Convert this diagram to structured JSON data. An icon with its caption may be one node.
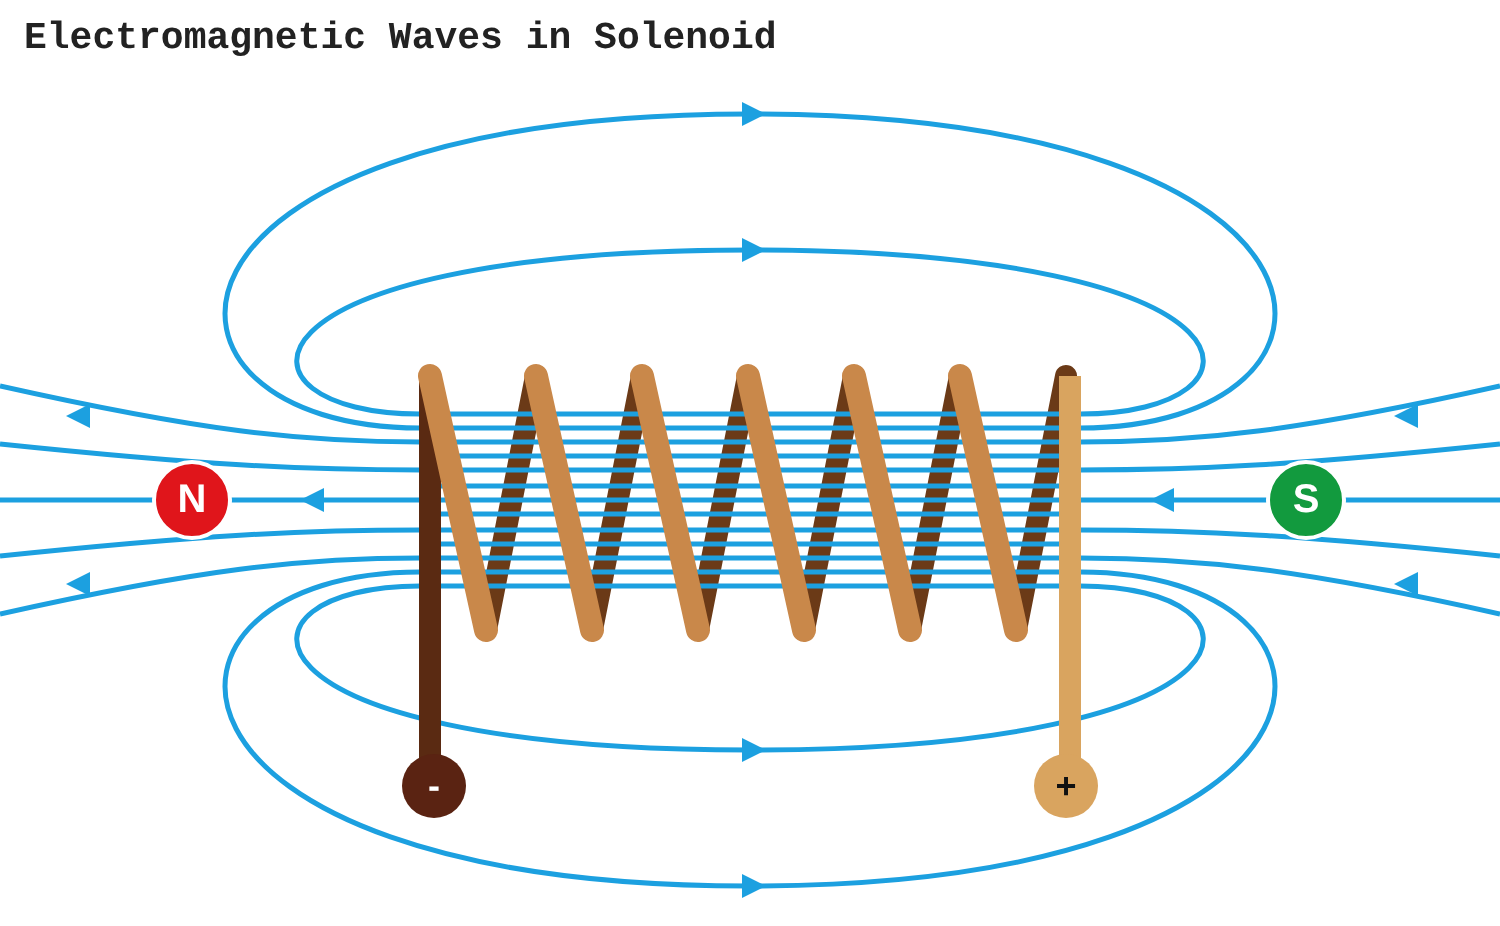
{
  "diagram": {
    "title": "Electromagnetic Waves in Solenoid",
    "labels": [
      "N",
      "S",
      "-",
      "+"
    ]
  }
}
